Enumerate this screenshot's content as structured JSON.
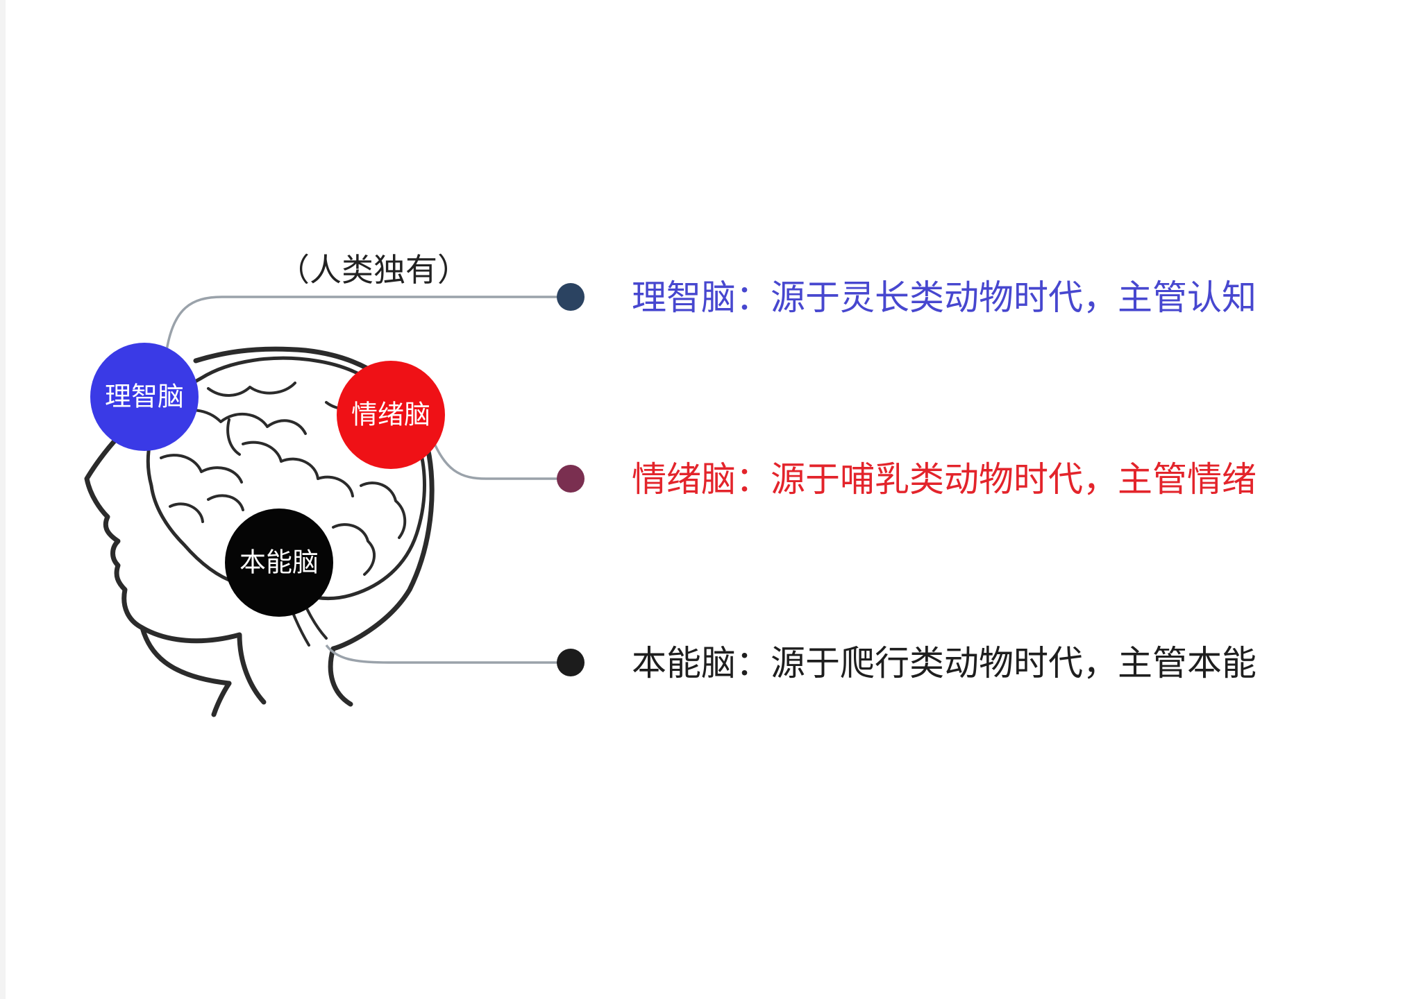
{
  "note": "（人类独有）",
  "brains": [
    {
      "node_label": "理智脑",
      "description": "理智脑：源于灵长类动物时代，主管认知",
      "node_color": "#3a3ae6",
      "text_color": "#4747cf",
      "dot_color": "#2b4361"
    },
    {
      "node_label": "情绪脑",
      "description": "情绪脑：源于哺乳类动物时代，主管情绪",
      "node_color": "#ef1116",
      "text_color": "#e3242b",
      "dot_color": "#7a2f50"
    },
    {
      "node_label": "本能脑",
      "description": "本能脑：源于爬行类动物时代，主管本能",
      "node_color": "#050505",
      "text_color": "#1e1e1e",
      "dot_color": "#1c1c1c"
    }
  ],
  "colors": {
    "connector": "#9aa2aa",
    "head_outline": "#2b2b2b"
  }
}
